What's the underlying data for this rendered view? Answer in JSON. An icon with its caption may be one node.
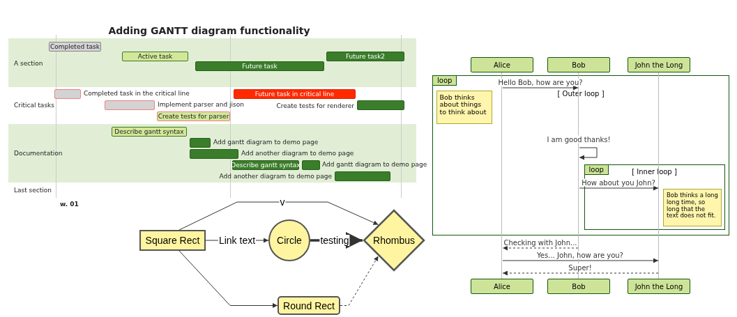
{
  "diagram": {
    "nodes": [
      {
        "text": [
          "Completed task"
        ]
      },
      {
        "text": [
          "Active task"
        ]
      },
      {
        "text": [
          "Future task"
        ]
      },
      {
        "text": [
          "Future task2"
        ]
      },
      {
        "text": [],
        "shape": "bar",
        "beside": [
          "Completed task in the critical line"
        ]
      },
      {
        "text": [],
        "shape": "bar",
        "beside": [
          "Implement parser and jison"
        ]
      },
      {
        "text": [
          "Create tests for parser"
        ]
      },
      {
        "text": [
          "Future task in critical line"
        ]
      },
      {
        "text": [],
        "shape": "bar",
        "beside": [
          "Create tests for renderer"
        ]
      },
      {
        "text": [
          "Describe gantt syntax"
        ]
      },
      {
        "text": [],
        "shape": "bar",
        "beside": [
          "Add gantt diagram to demo page"
        ]
      },
      {
        "text": [],
        "shape": "bar",
        "beside": [
          "Add another diagram to demo page"
        ]
      },
      {
        "text": [
          "Describe gantt syntax"
        ]
      },
      {
        "text": [],
        "shape": "bar",
        "beside": [
          "Add gantt diagram to demo page"
        ]
      },
      {
        "text": [],
        "shape": "bar",
        "beside": [
          "Add another diagram to demo page"
        ]
      },
      {
        "text": [
          "Alice"
        ]
      },
      {
        "text": [
          "Bob"
        ]
      },
      {
        "text": [
          "John the Long"
        ]
      },
      {
        "text": [
          "loop",
          "[ Outer loop ]"
        ]
      },
      {
        "text": [
          "Bob thinks about things to think about"
        ],
        "in": 18
      },
      {
        "text": [
          "loop",
          "[ Inner loop ]"
        ],
        "in": 18
      },
      {
        "text": [
          "Bob thinks a long long time, so long that the text does not fit."
        ],
        "in": 20
      },
      {
        "text": [],
        "shape": "bar"
      },
      {
        "text": [],
        "shape": "bar"
      },
      {
        "text": [],
        "shape": "bar"
      },
      {
        "text": [
          "Alice"
        ]
      },
      {
        "text": [
          "Bob"
        ]
      },
      {
        "text": [
          "John the Long"
        ]
      },
      {
        "text": [
          "Square Rect"
        ]
      },
      {
        "text": [
          "Circle"
        ]
      },
      {
        "text": [
          "Rhombus"
        ]
      },
      {
        "text": [
          "Round Rect"
        ]
      }
    ],
    "edges": [
      {
        "from": 22,
        "to": 23,
        "label": "Hello Bob, how are you?",
        "arrow": "to"
      },
      {
        "from": 23,
        "to": 23,
        "label": "I am good thanks!",
        "arrow": "to"
      },
      {
        "from": 23,
        "to": 24,
        "label": "How about you John?",
        "arrow": "to"
      },
      {
        "from": 23,
        "to": 22,
        "label": "Checking with John...",
        "arrow": "to",
        "style": "dashed"
      },
      {
        "from": 22,
        "to": 24,
        "label": "Yes... John, how are you?",
        "arrow": "to"
      },
      {
        "from": 24,
        "to": 22,
        "label": "Super!",
        "arrow": "to",
        "style": "dashed"
      },
      {
        "from": 28,
        "to": 30,
        "label": "v",
        "arrow": "to"
      },
      {
        "from": 28,
        "to": 29,
        "label": "Link text",
        "arrow": "to"
      },
      {
        "from": 29,
        "to": 30,
        "label": "testing",
        "arrow": "to",
        "style": "thick"
      },
      {
        "from": 28,
        "to": 31,
        "arrow": "to"
      },
      {
        "from": 31,
        "to": 30,
        "arrow": "to",
        "style": "dashed"
      }
    ],
    "labels": [
      "Adding GANTT diagram functionality",
      "A section",
      "Critical tasks",
      "Documentation",
      "Last section",
      "w. 01"
    ]
  }
}
